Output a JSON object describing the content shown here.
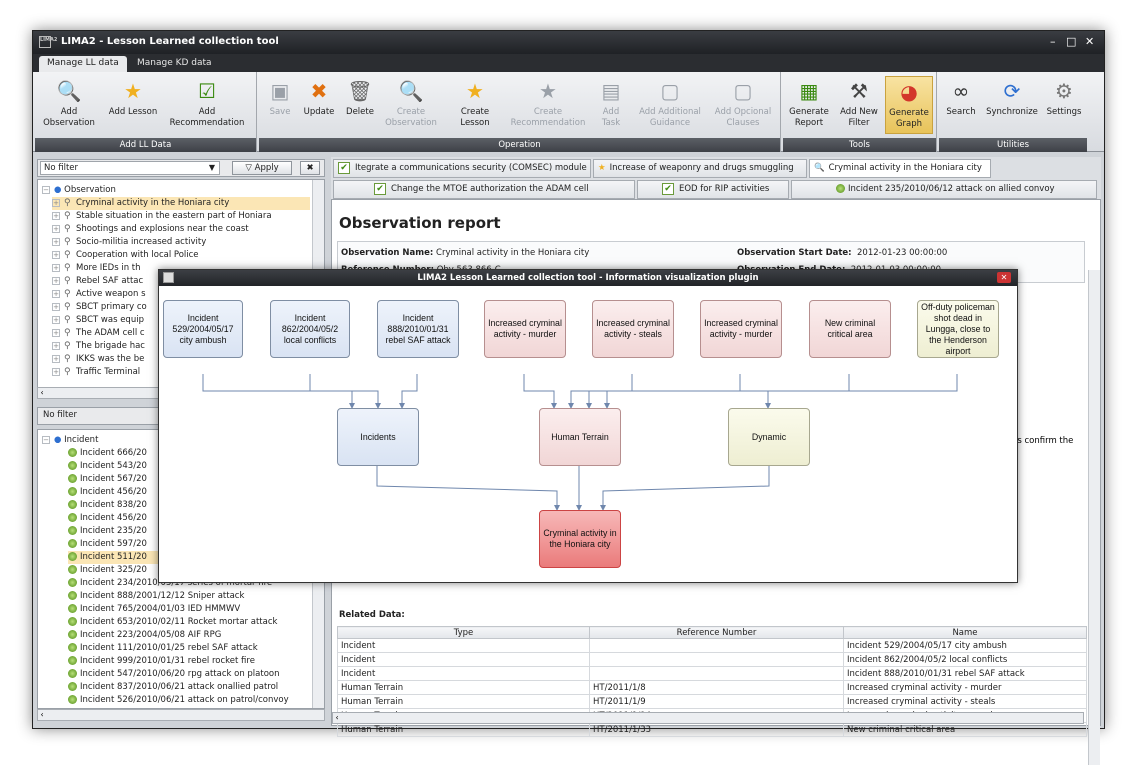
{
  "window": {
    "title": "LIMA2 - Lesson Learned collection tool",
    "logo_text": "LIMA2",
    "controls": [
      "–",
      "□",
      "✕"
    ]
  },
  "app_tabs": [
    "Manage LL data",
    "Manage KD data"
  ],
  "ribbon": {
    "groups": [
      {
        "label": "Add LL Data",
        "buttons": [
          {
            "label": "Add Observation",
            "icon": "magnifier-plus-icon",
            "glyph": "🔍"
          },
          {
            "label": "Add Lesson",
            "icon": "star-plus-icon",
            "glyph": "★"
          },
          {
            "label": "Add Recommendation",
            "icon": "check-box-icon",
            "glyph": "☑"
          }
        ]
      },
      {
        "label": "Operation",
        "buttons": [
          {
            "label": "Save",
            "icon": "save-icon",
            "glyph": "▣",
            "disabled": true
          },
          {
            "label": "Update",
            "icon": "tools-icon",
            "glyph": "✖"
          },
          {
            "label": "Delete",
            "icon": "trash-icon",
            "glyph": "🗑"
          },
          {
            "label": "Create Observation",
            "icon": "magnifier-icon",
            "glyph": "🔍",
            "disabled": true
          },
          {
            "label": "Create Lesson",
            "icon": "star-icon",
            "glyph": "★"
          },
          {
            "label": "Create Recommendation",
            "icon": "star-check-icon",
            "glyph": "★",
            "disabled": true
          },
          {
            "label": "Add Task",
            "icon": "task-icon",
            "glyph": "▤",
            "disabled": true
          },
          {
            "label": "Add Additional Guidance",
            "icon": "clipboard-icon",
            "glyph": "▢",
            "disabled": true
          },
          {
            "label": "Add Opcional Clauses",
            "icon": "clipboard-list-icon",
            "glyph": "▢",
            "disabled": true
          }
        ]
      },
      {
        "label": "Tools",
        "buttons": [
          {
            "label": "Generate Report",
            "icon": "report-icon",
            "glyph": "▦"
          },
          {
            "label": "Add New Filter",
            "icon": "hammer-icon",
            "glyph": "⚒"
          },
          {
            "label": "Generate Graph",
            "icon": "pie-chart-icon",
            "glyph": "◕",
            "selected": true
          }
        ]
      },
      {
        "label": "Utilities",
        "buttons": [
          {
            "label": "Search",
            "icon": "binoculars-icon",
            "glyph": "∞"
          },
          {
            "label": "Synchronize",
            "icon": "sync-icon",
            "glyph": "⟳"
          },
          {
            "label": "Settings",
            "icon": "gear-icon",
            "glyph": "⚙"
          }
        ]
      }
    ]
  },
  "left": {
    "filter1": {
      "value": "No filter",
      "apply": "Apply"
    },
    "observation_root": "Observation",
    "observations": [
      "Cryminal activity in the Honiara city",
      "Stable situation in the eastern part of Honiara",
      "Shootings and explosions near the coast",
      "Socio-militia increased activity",
      "Cooperation with local Police",
      "More IEDs in th",
      "Rebel SAF attac",
      "Active weapon s",
      "SBCT primary co",
      "SBCT was equip",
      "The ADAM cell c",
      "The brigade hac",
      "IKKS was the be",
      "Traffic Terminal"
    ],
    "filter2": {
      "value": "No filter"
    },
    "incident_root": "Incident",
    "incidents": [
      "Incident 666/20",
      "Incident 543/20",
      "Incident 567/20",
      "Incident 456/20",
      "Incident 838/20",
      "Incident 456/20",
      "Incident 235/20",
      "Incident 597/20",
      "Incident 511/20",
      "Incident 325/20",
      "Incident 234/2010/05/17 series of mortar fire",
      "Incident 888/2001/12/12 Sniper attack",
      "Incident 765/2004/01/03 IED HMMWV",
      "Incident 653/2010/02/11 Rocket mortar attack",
      "Incident 223/2004/05/08 AIF RPG",
      "Incident 111/2010/01/25 rebel SAF attack",
      "Incident 999/2010/01/31 rebel rocket fire",
      "Incident 547/2010/06/20 rpg attack on platoon",
      "Incident 837/2010/06/21 attack onallied patrol",
      "Incident 526/2010/06/21 attack on patrol/convoy"
    ]
  },
  "doc_tabs": {
    "row1": [
      "Itegrate a communications security (COMSEC) module",
      "Increase of weaponry and drugs smuggling",
      "Cryminal activity in the Honiara city"
    ],
    "row2": [
      "Change the MTOE authorization the ADAM cell",
      "EOD for RIP activities",
      "Incident 235/2010/06/12 attack on allied convoy"
    ]
  },
  "report": {
    "heading": "Observation report",
    "name_label": "Observation Name:",
    "name_value": "Cryminal activity in the Honiara city",
    "ref_label": "Reference Number:",
    "ref_value": "Obv 563.866-C",
    "start_label": "Observation Start Date:",
    "start_value": "2012-01-23 00:00:00",
    "end_label": "Observation End Date:",
    "end_value": "2012-01-03 00:00:00",
    "side_text": "ls confirm the",
    "related_label": "Related Data:",
    "columns": [
      "Type",
      "Reference Number",
      "Name"
    ],
    "rows": [
      [
        "Incident",
        "",
        "Incident 529/2004/05/17 city ambush"
      ],
      [
        "Incident",
        "",
        "Incident 862/2004/05/2 local conflicts"
      ],
      [
        "Incident",
        "",
        "Incident 888/2010/01/31 rebel SAF attack"
      ],
      [
        "Human Terrain",
        "HT/2011/1/8",
        "Increased cryminal activity - murder"
      ],
      [
        "Human Terrain",
        "HT/2011/1/9",
        "Increased cryminal activity - steals"
      ],
      [
        "Human Terrain",
        "HT/2011/1/14",
        "Increased cryminal activity - murder"
      ],
      [
        "Human Terrain",
        "HT/2011/1/33",
        "New criminal critical area"
      ]
    ]
  },
  "plugin": {
    "title": "LIMA2 Lesson Learned collection tool - Information visualization plugin",
    "nodes": {
      "n1": "Incident 529/2004/05/17 city ambush",
      "n2": "Incident 862/2004/05/2 local conflicts",
      "n3": "Incident 888/2010/01/31 rebel SAF attack",
      "n4": "Increased cryminal activity - murder",
      "n5": "Increased cryminal activity - steals",
      "n6": "Increased cryminal activity - murder",
      "n7": "New criminal critical area",
      "n8": "Off-duty policeman shot dead in Lungga, close to the Henderson airport",
      "g1": "Incidents",
      "g2": "Human Terrain",
      "g3": "Dynamic",
      "root": "Cryminal activity in the Honiara city"
    }
  },
  "colors": {
    "ribbon_group_label": "#3e4147",
    "selected_button": "#e8c35a",
    "highlight_row": "#fbe6b5",
    "node_blue": "#d9e3f3",
    "node_pink": "#f1d6d6",
    "node_yellow": "#eeeed2",
    "node_red": "#ea7b7b"
  }
}
